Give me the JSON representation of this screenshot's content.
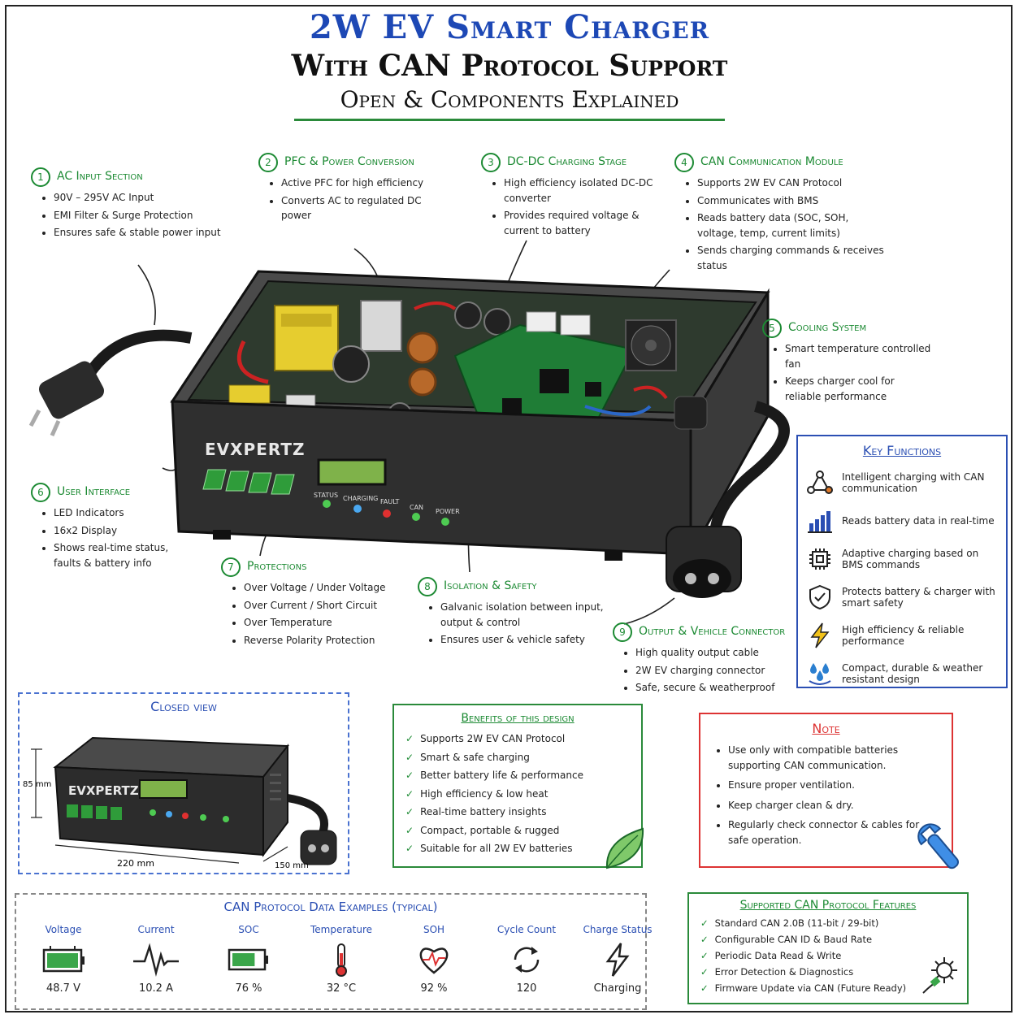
{
  "title": {
    "line1": "2W EV Smart Charger",
    "line2": "With CAN Protocol Support",
    "line3": "Open & Components Explained"
  },
  "brand": "EVXPERTZ",
  "panel_labels": [
    "STATUS",
    "CHARGING",
    "FAULT",
    "CAN",
    "POWER"
  ],
  "sections": [
    {
      "num": "1",
      "title": "AC Input Section",
      "items": [
        "90V – 295V AC Input",
        "EMI Filter & Surge Protection",
        "Ensures safe & stable power input"
      ]
    },
    {
      "num": "2",
      "title": "PFC & Power Conversion",
      "items": [
        "Active PFC for high efficiency",
        "Converts AC to regulated DC power"
      ]
    },
    {
      "num": "3",
      "title": "DC-DC Charging Stage",
      "items": [
        "High efficiency isolated DC-DC converter",
        "Provides required voltage & current to battery"
      ]
    },
    {
      "num": "4",
      "title": "CAN Communication Module",
      "items": [
        "Supports 2W EV CAN Protocol",
        "Communicates with BMS",
        "Reads battery data (SOC, SOH, voltage, temp, current limits)",
        "Sends charging commands & receives status"
      ]
    },
    {
      "num": "5",
      "title": "Cooling System",
      "items": [
        "Smart temperature controlled fan",
        "Keeps charger cool for reliable performance"
      ]
    },
    {
      "num": "6",
      "title": "User Interface",
      "items": [
        "LED Indicators",
        "16x2 Display",
        "Shows real-time status, faults & battery info"
      ]
    },
    {
      "num": "7",
      "title": "Protections",
      "items": [
        "Over Voltage / Under Voltage",
        "Over Current / Short Circuit",
        "Over Temperature",
        "Reverse Polarity Protection"
      ]
    },
    {
      "num": "8",
      "title": "Isolation & Safety",
      "items": [
        "Galvanic isolation between input, output & control",
        "Ensures user & vehicle safety"
      ]
    },
    {
      "num": "9",
      "title": "Output & Vehicle Connector",
      "items": [
        "High quality output cable",
        "2W EV charging connector",
        "Safe, secure & weatherproof"
      ]
    }
  ],
  "key_functions": {
    "title": "Key Functions",
    "items": [
      {
        "icon": "network-icon",
        "text": "Intelligent charging with CAN communication"
      },
      {
        "icon": "bar-chart-icon",
        "text": "Reads battery data in real-time"
      },
      {
        "icon": "chip-icon",
        "text": "Adaptive charging based on BMS commands"
      },
      {
        "icon": "shield-check-icon",
        "text": "Protects battery & charger with smart safety"
      },
      {
        "icon": "lightning-icon",
        "text": "High efficiency & reliable performance"
      },
      {
        "icon": "water-drops-icon",
        "text": "Compact, durable & weather resistant design"
      }
    ]
  },
  "closed_view": {
    "title": "Closed view",
    "height": "85 mm",
    "width": "220 mm",
    "depth": "150 mm"
  },
  "benefits": {
    "title": "Benefits of this design",
    "items": [
      "Supports 2W EV CAN Protocol",
      "Smart & safe charging",
      "Better battery life & performance",
      "High efficiency & low heat",
      "Real-time battery insights",
      "Compact, portable & rugged",
      "Suitable for all 2W EV batteries"
    ]
  },
  "note": {
    "title": "Note",
    "items": [
      "Use only with compatible batteries supporting CAN communication.",
      "Ensure proper ventilation.",
      "Keep charger clean & dry.",
      "Regularly check connector & cables for safe operation."
    ]
  },
  "can_examples": {
    "title": "CAN Protocol Data Examples (typical)",
    "items": [
      {
        "label": "Voltage",
        "value": "48.7 V",
        "icon": "battery-icon"
      },
      {
        "label": "Current",
        "value": "10.2 A",
        "icon": "waveform-icon"
      },
      {
        "label": "SOC",
        "value": "76 %",
        "icon": "battery-level-icon"
      },
      {
        "label": "Temperature",
        "value": "32 °C",
        "icon": "thermometer-icon"
      },
      {
        "label": "SOH",
        "value": "92 %",
        "icon": "heart-pulse-icon"
      },
      {
        "label": "Cycle Count",
        "value": "120",
        "icon": "cycle-icon"
      },
      {
        "label": "Charge Status",
        "value": "Charging",
        "icon": "bolt-icon"
      }
    ]
  },
  "can_features": {
    "title": "Supported CAN Protocol Features",
    "items": [
      "Standard CAN 2.0B (11-bit / 29-bit)",
      "Configurable CAN ID & Baud Rate",
      "Periodic Data Read & Write",
      "Error Detection & Diagnostics",
      "Firmware Update via CAN (Future Ready)"
    ]
  },
  "colors": {
    "title_blue": "#1d48b5",
    "accent_green": "#1c8a33",
    "note_red": "#dd3333",
    "box_blue": "#2b4fb3"
  }
}
